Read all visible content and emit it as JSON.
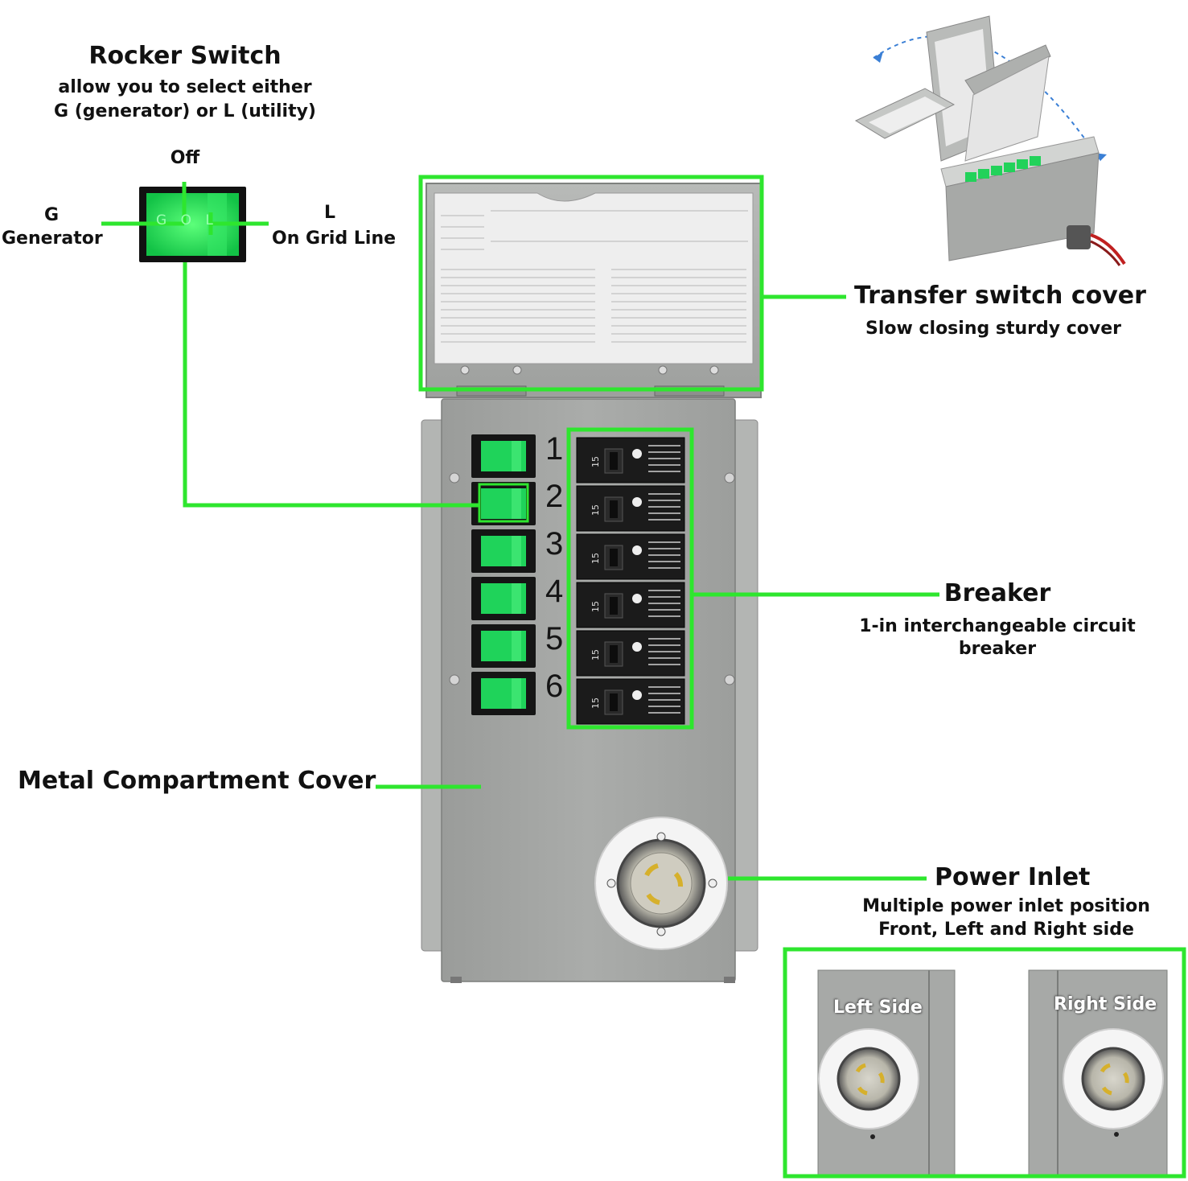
{
  "rocker_switch": {
    "title": "Rocker Switch",
    "subtitle_line1": "allow you to select either",
    "subtitle_line2": "G (generator) or L (utility)",
    "off_label": "Off",
    "g_letter": "G",
    "g_label": "Generator",
    "l_letter": "L",
    "l_label": "On Grid Line",
    "switch_glyph": "G O L"
  },
  "transfer_cover": {
    "title": "Transfer switch cover",
    "subtitle": "Slow closing sturdy cover"
  },
  "breaker": {
    "title": "Breaker",
    "subtitle_line1": "1-in interchangeable circuit",
    "subtitle_line2": "breaker",
    "rating": "15"
  },
  "metal_cover": {
    "title": "Metal Compartment Cover"
  },
  "power_inlet": {
    "title": "Power Inlet",
    "subtitle_line1": "Multiple power inlet position",
    "subtitle_line2": "Front, Left and Right side",
    "left_side": "Left Side",
    "right_side": "Right Side"
  },
  "circuits": [
    "1",
    "2",
    "3",
    "4",
    "5",
    "6"
  ],
  "colors": {
    "accent_green": "#2ee62e",
    "rocker_green": "#1fd35a",
    "panel_gray": "#a4a6a4",
    "breaker_black": "#1b1b1b"
  }
}
